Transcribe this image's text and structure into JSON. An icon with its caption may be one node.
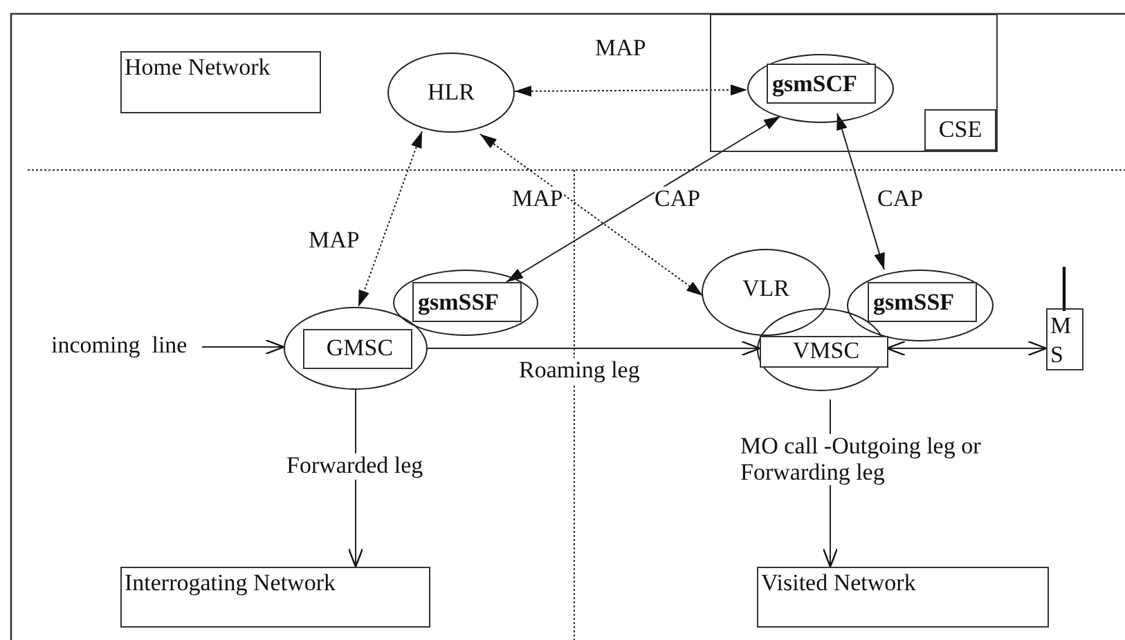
{
  "diagram": {
    "nodes": [
      {
        "text": [
          "Home Network"
        ]
      },
      {
        "text": [
          "HLR"
        ]
      },
      {
        "text": [
          "CSE"
        ]
      },
      {
        "text": [
          "gsmSCF"
        ],
        "in": 2
      },
      {
        "text": [
          "gsmSSF"
        ]
      },
      {
        "text": [
          "GMSC"
        ]
      },
      {
        "text": [
          "VLR"
        ]
      },
      {
        "text": [
          "gsmSSF"
        ]
      },
      {
        "text": [
          "VMSC"
        ]
      },
      {
        "text": [
          "M S"
        ]
      },
      {
        "text": [
          "incoming  line"
        ]
      },
      {
        "text": [
          "Interrogating Network"
        ]
      },
      {
        "text": [
          "Visited Network"
        ]
      }
    ],
    "edges": [
      {
        "from": 1,
        "to": 3,
        "arrow": "both",
        "label": "MAP",
        "style": "dashed"
      },
      {
        "from": 1,
        "to": 5,
        "arrow": "both",
        "label": "MAP",
        "style": "dashed"
      },
      {
        "from": 1,
        "to": 6,
        "arrow": "both",
        "label": "MAP",
        "style": "dashed"
      },
      {
        "from": 3,
        "to": 4,
        "arrow": "both",
        "label": "CAP"
      },
      {
        "from": 3,
        "to": 7,
        "arrow": "both",
        "label": "CAP"
      },
      {
        "from": 10,
        "to": 5,
        "arrow": "to"
      },
      {
        "from": 5,
        "to": 8,
        "arrow": "to",
        "label": "Roaming leg"
      },
      {
        "from": 5,
        "to": 11,
        "arrow": "to",
        "label": "Forwarded leg"
      },
      {
        "from": 8,
        "to": 9,
        "arrow": "both"
      },
      {
        "from": 8,
        "to": 12,
        "arrow": "to",
        "label": "MO call -Outgoing leg or Forwarding leg"
      }
    ]
  }
}
